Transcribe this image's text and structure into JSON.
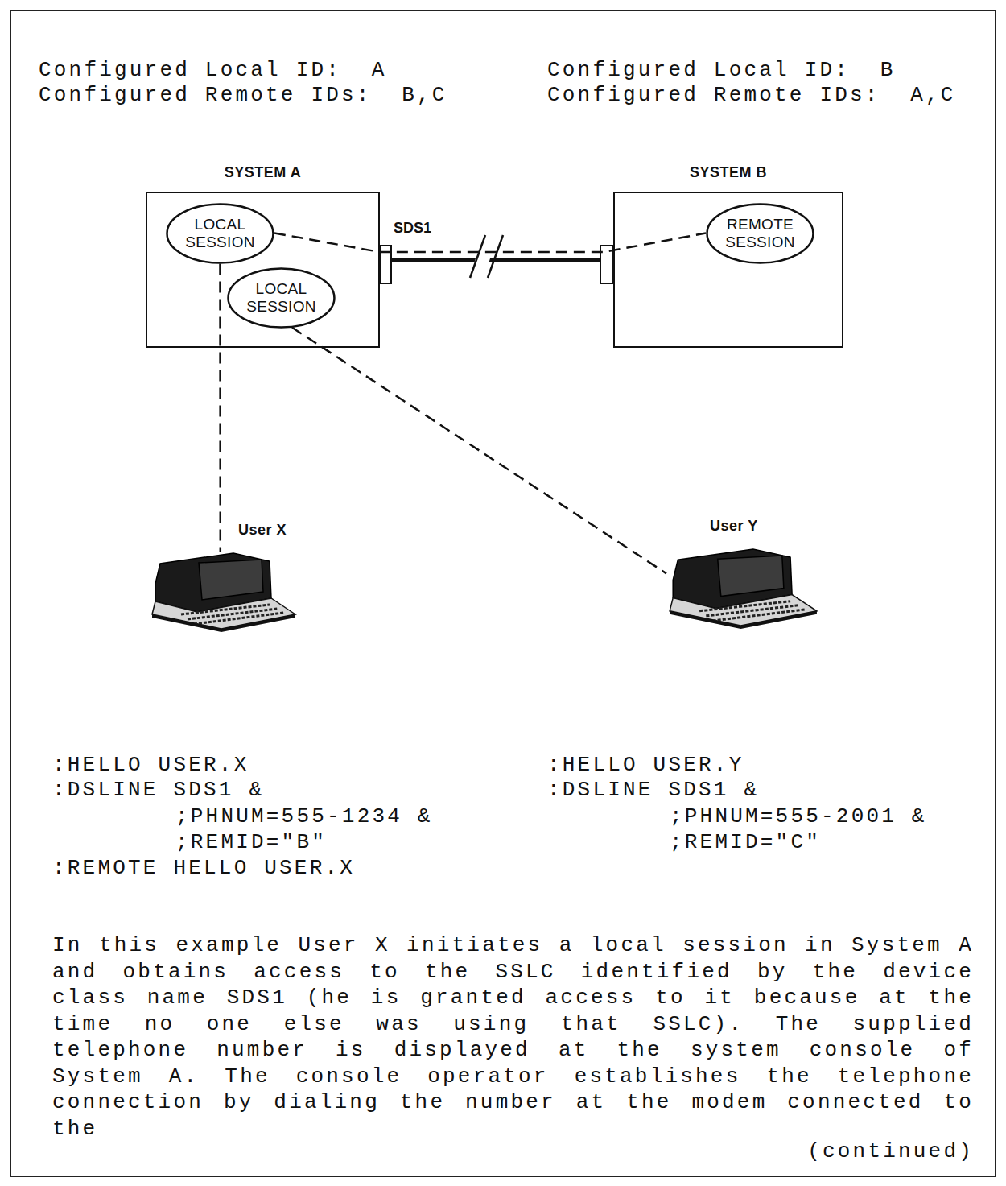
{
  "diagram": {
    "nodes": [
      {
        "text": [
          "SYSTEM A"
        ]
      },
      {
        "text": [
          "LOCAL SESSION"
        ],
        "in": 0
      },
      {
        "text": [
          "LOCAL SESSION"
        ],
        "in": 0
      },
      {
        "text": [
          "SYSTEM B"
        ]
      },
      {
        "text": [
          "REMOTE SESSION"
        ],
        "in": 3
      },
      {
        "text": [
          "User X"
        ]
      },
      {
        "text": [
          "User Y"
        ]
      }
    ],
    "edges": [
      {
        "from": 1,
        "to": 4,
        "arrow": "none"
      },
      {
        "from": 1,
        "to": 5,
        "arrow": "none"
      },
      {
        "from": 2,
        "to": 6,
        "arrow": "none"
      }
    ],
    "labels": [
      "Configured Local ID:  A",
      "Configured Remote IDs:  B,C",
      "Configured Local ID:  B",
      "Configured Remote IDs:  A,C",
      "SDS1",
      ":HELLO USER.X",
      ":DSLINE SDS1 &",
      ";PHNUM=555-1234 &",
      ";REMID=\"B\"",
      ":REMOTE HELLO USER.X",
      ":HELLO USER.Y",
      ":DSLINE SDS1 &",
      ";PHNUM=555-2001 &",
      ";REMID=\"C\"",
      "In this example User X initiates a local session in System A and obtains access to the SSLC identified by the device class name SDS1 (he is granted access to it because at the time no one else was using that SSLC). The supplied telephone number is displayed at the system console of System A. The console operator establishes the telephone connection by dialing the number at the modem connected to the",
      "(continued)"
    ]
  }
}
